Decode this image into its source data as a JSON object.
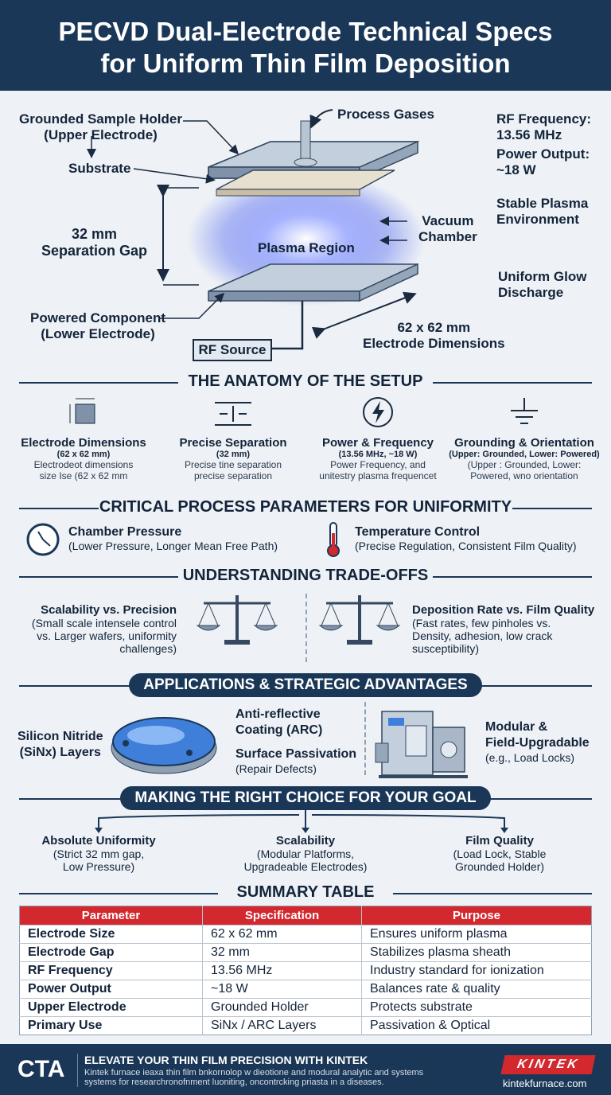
{
  "header": {
    "title_line1": "PECVD Dual-Electrode Technical Specs",
    "title_line2": "for Uniform Thin Film Deposition"
  },
  "diagram": {
    "grounded_holder": [
      "Grounded Sample Holder",
      "(Upper Electrode)"
    ],
    "substrate": "Substrate",
    "process_gases": "Process Gases",
    "gap": [
      "32 mm",
      "Separation Gap"
    ],
    "plasma_region": "Plasma Region",
    "vacuum_chamber": [
      "Vacuum",
      "Chamber"
    ],
    "powered_component": [
      "Powered Component",
      "(Lower Electrode)"
    ],
    "rf_source": "RF Source",
    "electrode_dims": [
      "62 x 62 mm",
      "Electrode Dimensions"
    ],
    "rf_frequency": [
      "RF Frequency:",
      "13.56 MHz"
    ],
    "power_output": [
      "Power Output:",
      "~18 W"
    ],
    "stable_plasma": [
      "Stable Plasma",
      "Environment"
    ],
    "uniform_glow": [
      "Uniform Glow",
      "Discharge"
    ]
  },
  "anatomy": {
    "title": "THE ANATOMY OF THE SETUP",
    "items": [
      {
        "icon": "square-dimension-icon",
        "title": "Electrode Dimensions",
        "sub": "(62 x 62 mm)",
        "desc": [
          "Electrodeot dimensions",
          "size Ise (62 x 62 mm"
        ]
      },
      {
        "icon": "separation-arrows-icon",
        "title": "Precise Separation",
        "sub": "(32 mm)",
        "desc": [
          "Precise tine separation",
          "precise separation"
        ]
      },
      {
        "icon": "lightning-icon",
        "title": "Power & Frequency",
        "sub": "(13.56 MHz, ~18 W)",
        "desc": [
          "Power Frequency, and",
          "unitestry plasma frequencet"
        ]
      },
      {
        "icon": "ground-icon",
        "title": "Grounding & Orientation",
        "sub": "(Upper: Grounded, Lower: Powered)",
        "desc": [
          "(Upper : Grounded, Lower:",
          "Powered, wno orientation"
        ]
      }
    ]
  },
  "params": {
    "title": "CRITICAL PROCESS PARAMETERS FOR UNIFORMITY",
    "pressure": {
      "title": "Chamber Pressure",
      "desc": "(Lower Pressure, Longer Mean Free Path)"
    },
    "temperature": {
      "title": "Temperature Control",
      "desc": "(Precise Regulation, Consistent Film Quality)"
    }
  },
  "tradeoffs": {
    "title": "UNDERSTANDING TRADE-OFFS",
    "left": {
      "title": "Scalability vs. Precision",
      "desc": [
        "(Small scale intensele control",
        "vs. Larger wafers, uniformity",
        "challenges)"
      ]
    },
    "right": {
      "title": "Deposition Rate vs. Film Quality",
      "desc": [
        "(Fast rates, few pinholes vs.",
        "Density, adhesion, low crack",
        "susceptibility)"
      ]
    }
  },
  "applications": {
    "title": "APPLICATIONS & STRATEGIC ADVANTAGES",
    "silicon": [
      "Silicon Nitride",
      "(SiNx) Layers"
    ],
    "arc": [
      "Anti-reflective",
      "Coating (ARC)"
    ],
    "passivation": {
      "title": "Surface Passivation",
      "desc": "(Repair Defects)"
    },
    "modular": {
      "title": [
        "Modular &",
        "Field-Upgradable"
      ],
      "desc": "(e.g., Load Locks)"
    }
  },
  "choice": {
    "title": "MAKING THE RIGHT CHOICE FOR YOUR GOAL",
    "items": [
      {
        "title": "Absolute Uniformity",
        "desc": [
          "(Strict 32 mm gap,",
          "Low Pressure)"
        ]
      },
      {
        "title": "Scalability",
        "desc": [
          "(Modular Platforms,",
          "Upgradeable Electrodes)"
        ]
      },
      {
        "title": "Film Quality",
        "desc": [
          "(Load Lock, Stable",
          "Grounded Holder)"
        ]
      }
    ]
  },
  "summary": {
    "title": "SUMMARY TABLE",
    "headers": [
      "Parameter",
      "Specification",
      "Purpose"
    ],
    "rows": [
      [
        "Electrode Size",
        "62 x 62 mm",
        "Ensures uniform plasma"
      ],
      [
        "Electrode Gap",
        "32 mm",
        "Stabilizes plasma sheath"
      ],
      [
        "RF Frequency",
        "13.56 MHz",
        "Industry standard for ionization"
      ],
      [
        "Power Output",
        "~18 W",
        "Balances rate & quality"
      ],
      [
        "Upper Electrode",
        "Grounded Holder",
        "Protects substrate"
      ],
      [
        "Primary Use",
        "SiNx / ARC Layers",
        "Passivation & Optical"
      ]
    ]
  },
  "footer": {
    "cta": "CTA",
    "headline": "ELEVATE YOUR THIN FILM PRECISION WITH KINTEK",
    "body_line1": "Kintek furnace ieaxa thin film bnkornolop w dieotione and modural analytic and systems",
    "body_line2": "systems for researchronofnment luoniting, oncontrcking priasta in a diseases.",
    "logo": "KINTEK",
    "url": "kintekfurnace.com"
  },
  "colors": {
    "navy": "#1a3758",
    "red": "#d2282e",
    "plasma": "#6a7cf5"
  }
}
